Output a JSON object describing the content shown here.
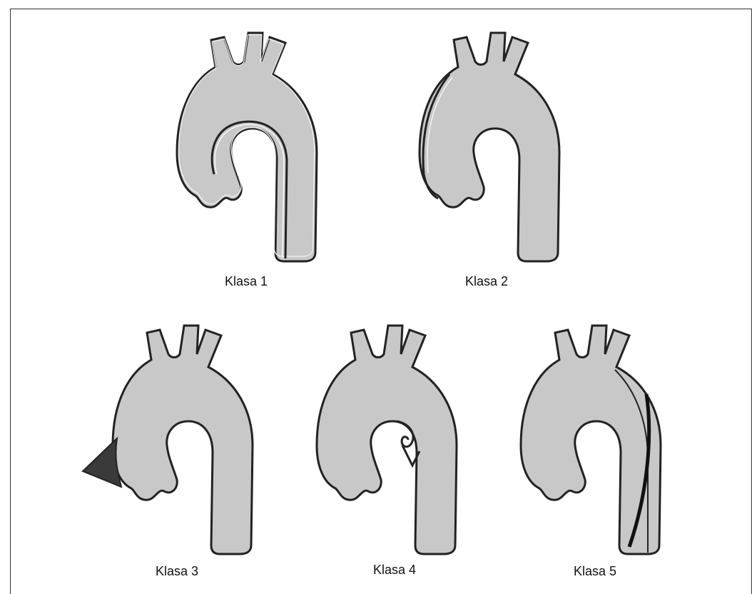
{
  "figure": {
    "panels": [
      {
        "id": "klasa-1",
        "label": "Klasa 1",
        "variant": "double-lumen"
      },
      {
        "id": "klasa-2",
        "label": "Klasa 2",
        "variant": "intramural-hematoma"
      },
      {
        "id": "klasa-3",
        "label": "Klasa 3",
        "variant": "subtle-bulge"
      },
      {
        "id": "klasa-4",
        "label": "Klasa 4",
        "variant": "ulcer-rupture"
      },
      {
        "id": "klasa-5",
        "label": "Klasa 5",
        "variant": "iatrogenic-traumatic"
      }
    ],
    "colors": {
      "vessel_fill": "#c8c8c8",
      "vessel_stroke": "#6e6e6e",
      "outline": "#222222",
      "dark_fill": "#3a3a3a"
    }
  }
}
